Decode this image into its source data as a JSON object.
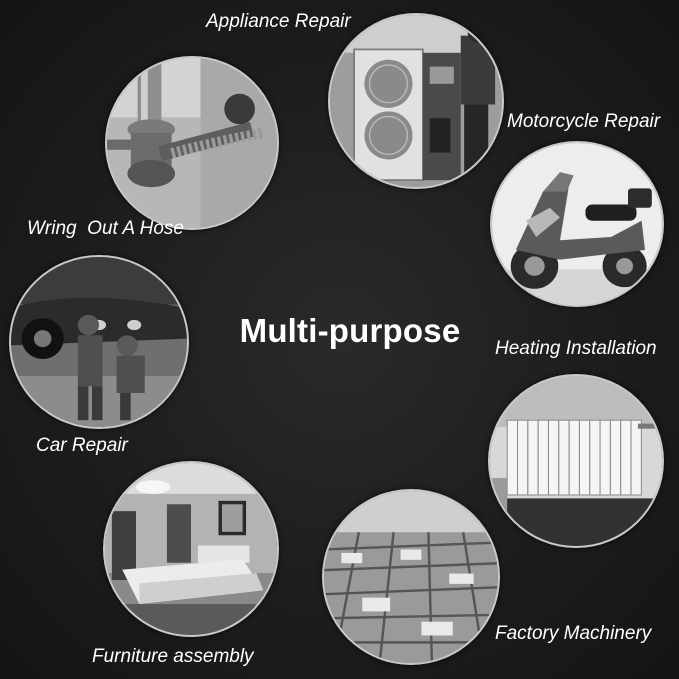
{
  "headline": "Multi-purpose",
  "applications": [
    {
      "label": "Appliance Repair",
      "icon": "air-conditioner-unit-photo"
    },
    {
      "label": "Motorcycle Repair",
      "icon": "scooter-photo"
    },
    {
      "label": "Heating Installation",
      "icon": "radiator-photo"
    },
    {
      "label": "Factory Machinery",
      "icon": "factory-line-photo"
    },
    {
      "label": "Furniture assembly",
      "icon": "bedroom-photo"
    },
    {
      "label": "Car Repair",
      "icon": "car-mechanics-photo"
    },
    {
      "label": "Wring  Out A Hose",
      "icon": "sink-pipe-photo"
    }
  ],
  "colors": {
    "background": "#1e1e1e",
    "text": "#ffffff",
    "circle_border": "#c9c9c9"
  }
}
